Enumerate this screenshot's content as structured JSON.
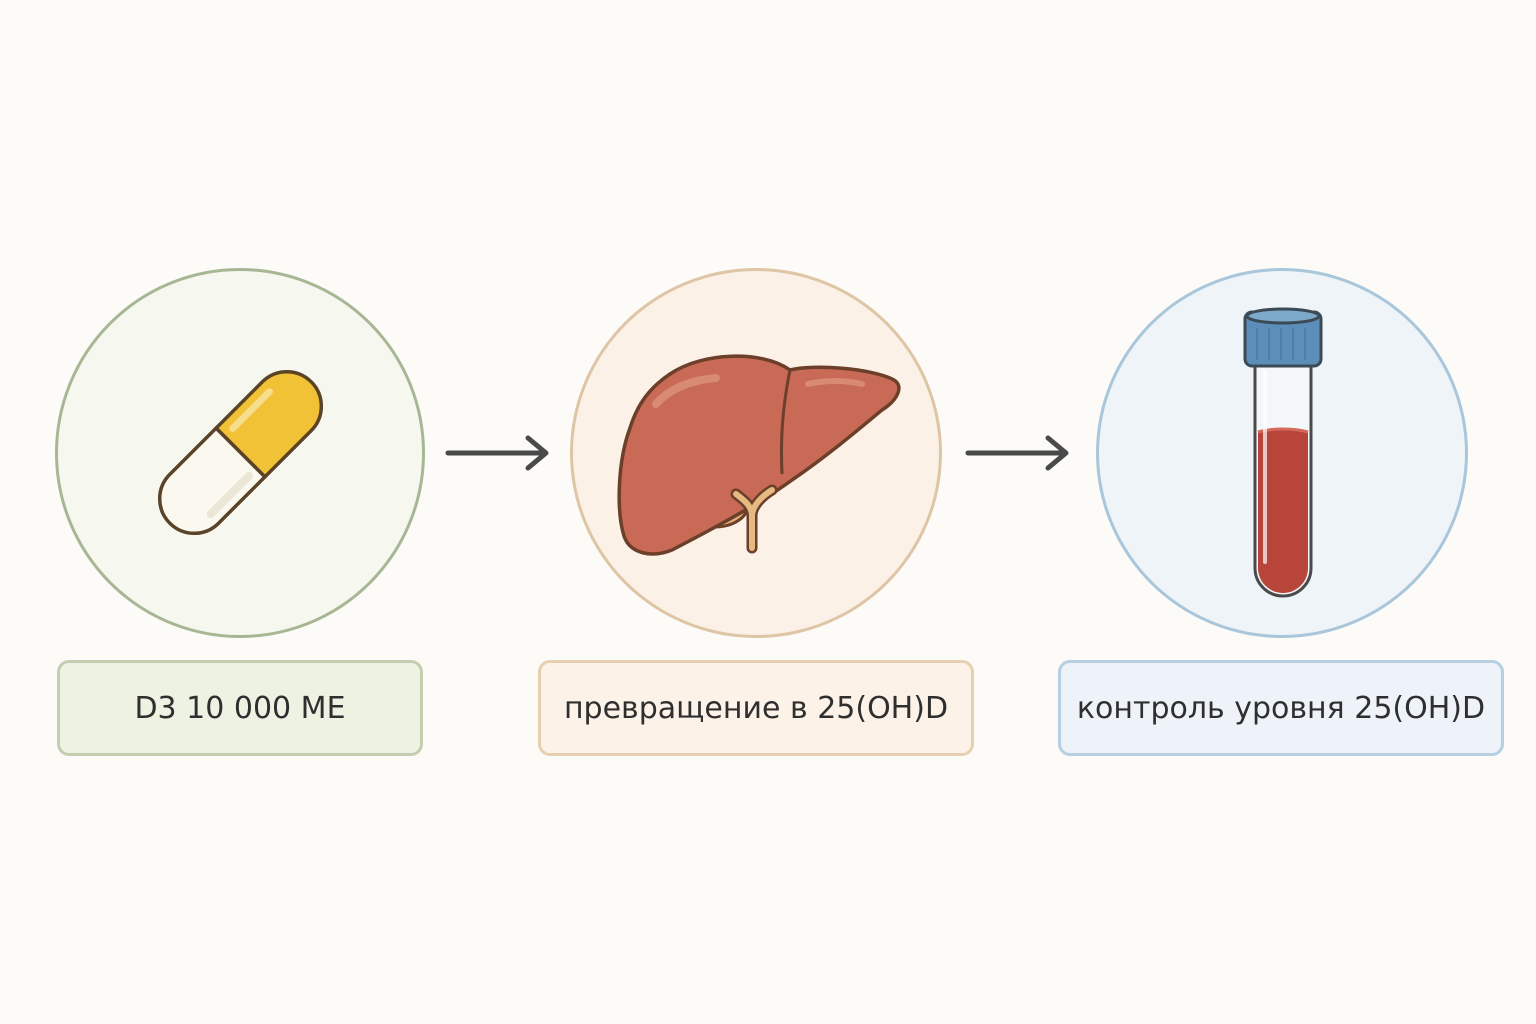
{
  "steps": [
    {
      "label": "D3 10 000 МЕ",
      "icon": "capsule-icon"
    },
    {
      "label": "превращение в 25(OH)D",
      "icon": "liver-icon"
    },
    {
      "label": "контроль уровня 25(OH)D",
      "icon": "test-tube-icon"
    }
  ],
  "colors": {
    "background": "#fcfbf8",
    "capsule_yellow": "#f1c136",
    "capsule_white": "#fbf8ef",
    "liver": "#c86a55",
    "tube_cap": "#5b8fba",
    "blood": "#b8453a",
    "arrow": "#4a4a4a"
  }
}
